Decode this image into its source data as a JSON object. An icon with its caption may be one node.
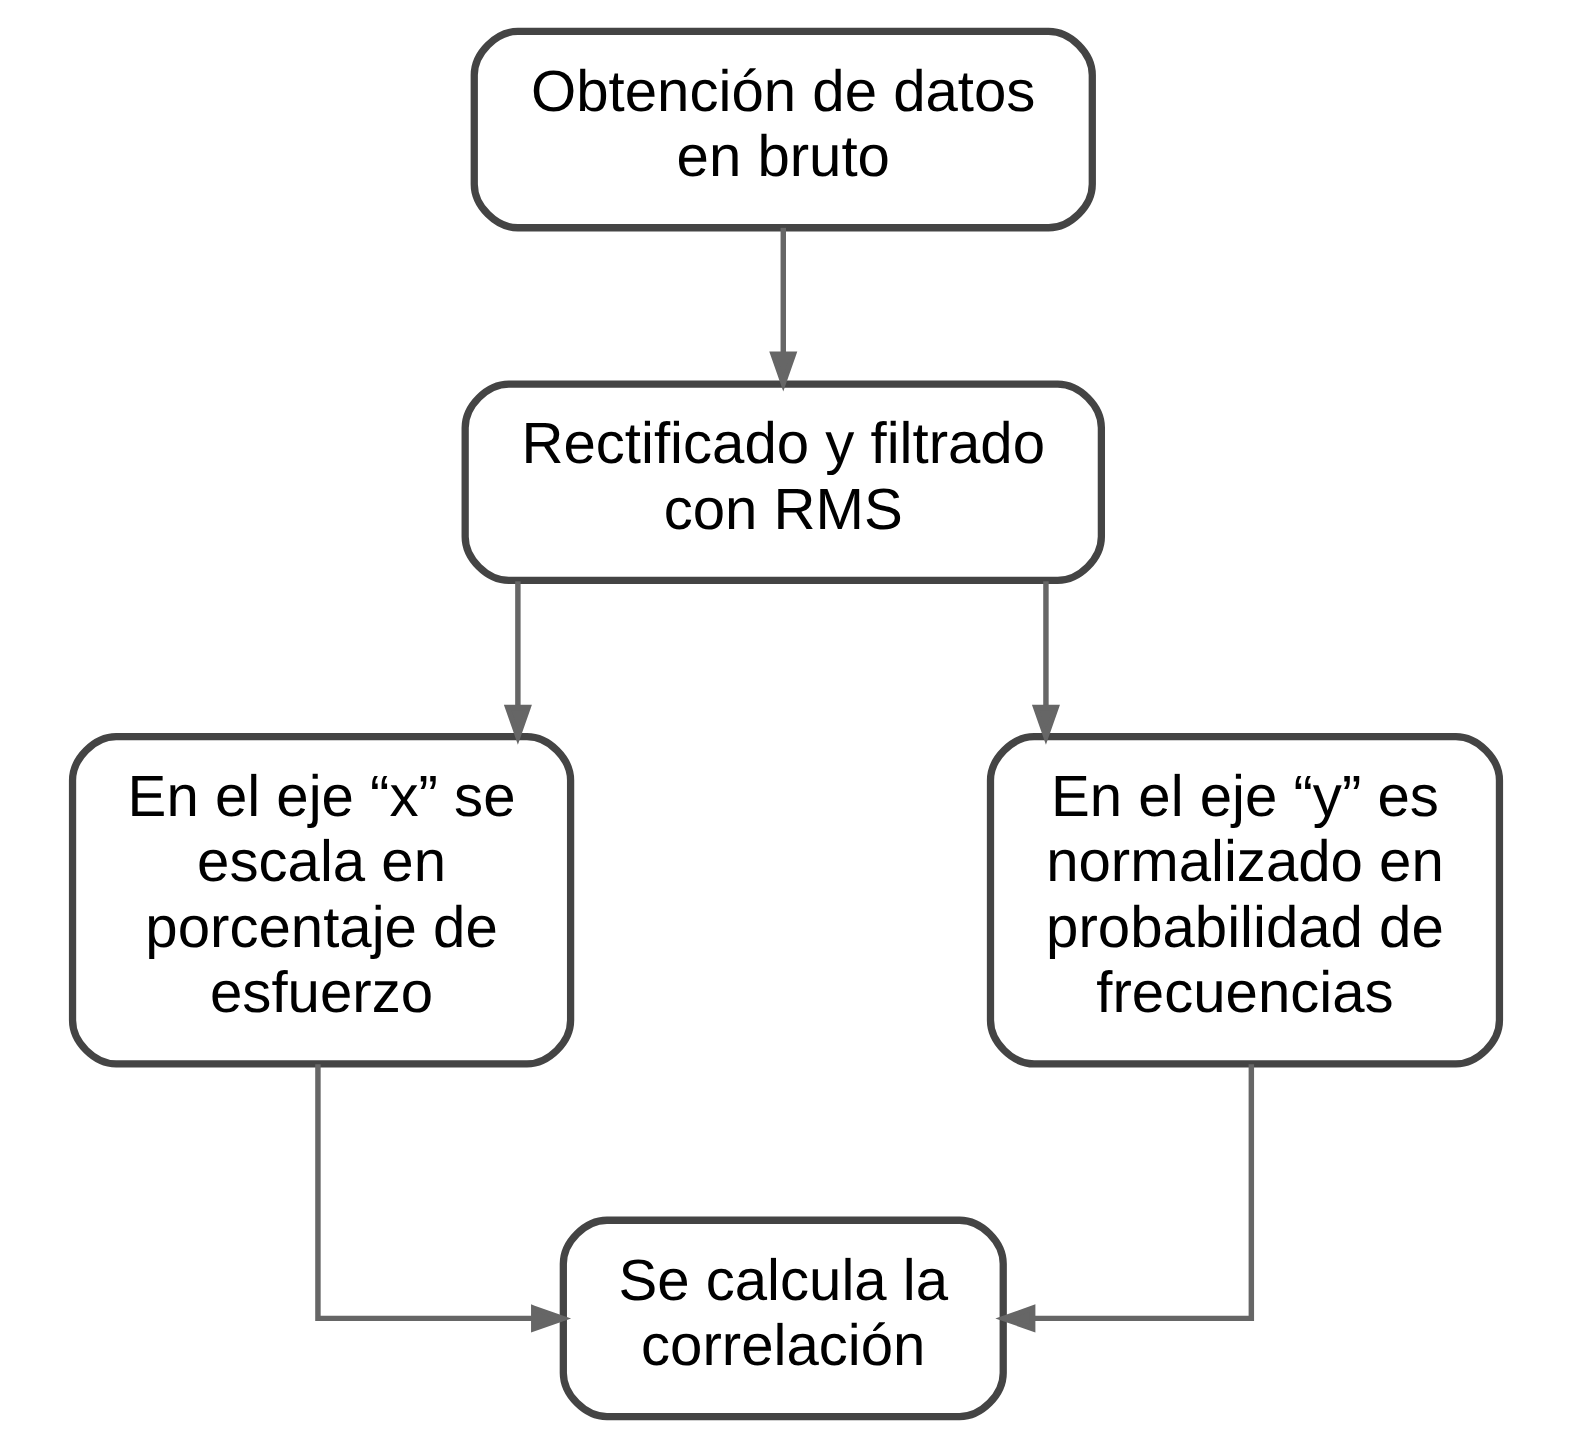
{
  "diagram": {
    "nodes": [
      {
        "text": [
          "Obtención de datos en bruto"
        ]
      },
      {
        "text": [
          "Rectificado y filtrado con RMS"
        ]
      },
      {
        "text": [
          "En el eje “x” se escala en porcentaje de esfuerzo"
        ]
      },
      {
        "text": [
          "En el eje “y” es normalizado en probabilidad de frecuencias"
        ]
      },
      {
        "text": [
          "Se calcula la correlación"
        ]
      }
    ],
    "edges": [
      {
        "from": 0,
        "to": 1,
        "arrow": "to"
      },
      {
        "from": 1,
        "to": 2,
        "arrow": "to"
      },
      {
        "from": 1,
        "to": 3,
        "arrow": "to"
      },
      {
        "from": 2,
        "to": 4,
        "arrow": "to"
      },
      {
        "from": 3,
        "to": 4,
        "arrow": "to"
      }
    ]
  }
}
